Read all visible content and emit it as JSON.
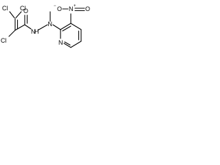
{
  "molecule": {
    "atoms": {
      "cl_top_left": "Cl",
      "cl_top_right": "Cl",
      "cl_bottom": "Cl",
      "o_carbonyl": "O",
      "n_hydrazide_h": "N",
      "h_hydrazide": "H",
      "n_methyl": "N",
      "n_nitro": "N",
      "nitro_plus": "+",
      "o_nitro_left": "O",
      "o_nitro_right": "O",
      "nitro_minus": "−",
      "n_pyridine": "N"
    }
  },
  "colors": {
    "bond": "#000000",
    "background": "#ffffff"
  }
}
